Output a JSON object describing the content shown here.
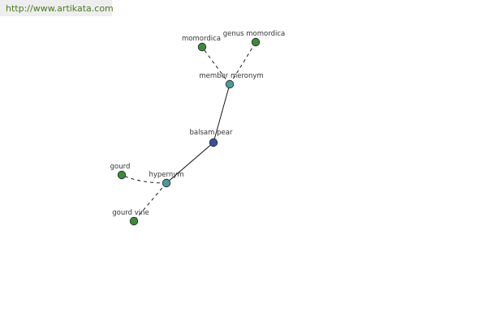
{
  "header": {
    "url": "http://www.artikata.com"
  },
  "colors": {
    "background": "#ffffff",
    "url_bar_bg": "#eeeeee",
    "url_text": "#4a7a1e",
    "edge": "#000000",
    "node_stroke": "#222222",
    "word_node": "#3d8a3d",
    "relation_node": "#4a9a9a",
    "root_node": "#3a4fa0"
  },
  "graph": {
    "nodes": [
      {
        "id": "balsam_pear",
        "label": "balsam pear",
        "kind": "root"
      },
      {
        "id": "member_meronym",
        "label": "member meronym",
        "kind": "relation"
      },
      {
        "id": "hypernym",
        "label": "hypernym",
        "kind": "relation"
      },
      {
        "id": "momordica",
        "label": "momordica",
        "kind": "word"
      },
      {
        "id": "genus_momordica",
        "label": "genus momordica",
        "kind": "word"
      },
      {
        "id": "gourd",
        "label": "gourd",
        "kind": "word"
      },
      {
        "id": "gourd_vine",
        "label": "gourd vine",
        "kind": "word"
      }
    ],
    "edges": [
      {
        "from": "balsam_pear",
        "to": "member_meronym",
        "style": "solid"
      },
      {
        "from": "balsam_pear",
        "to": "hypernym",
        "style": "solid"
      },
      {
        "from": "member_meronym",
        "to": "momordica",
        "style": "dashed"
      },
      {
        "from": "member_meronym",
        "to": "genus_momordica",
        "style": "dashed"
      },
      {
        "from": "hypernym",
        "to": "gourd",
        "style": "dashed"
      },
      {
        "from": "hypernym",
        "to": "gourd_vine",
        "style": "dashed"
      }
    ]
  }
}
